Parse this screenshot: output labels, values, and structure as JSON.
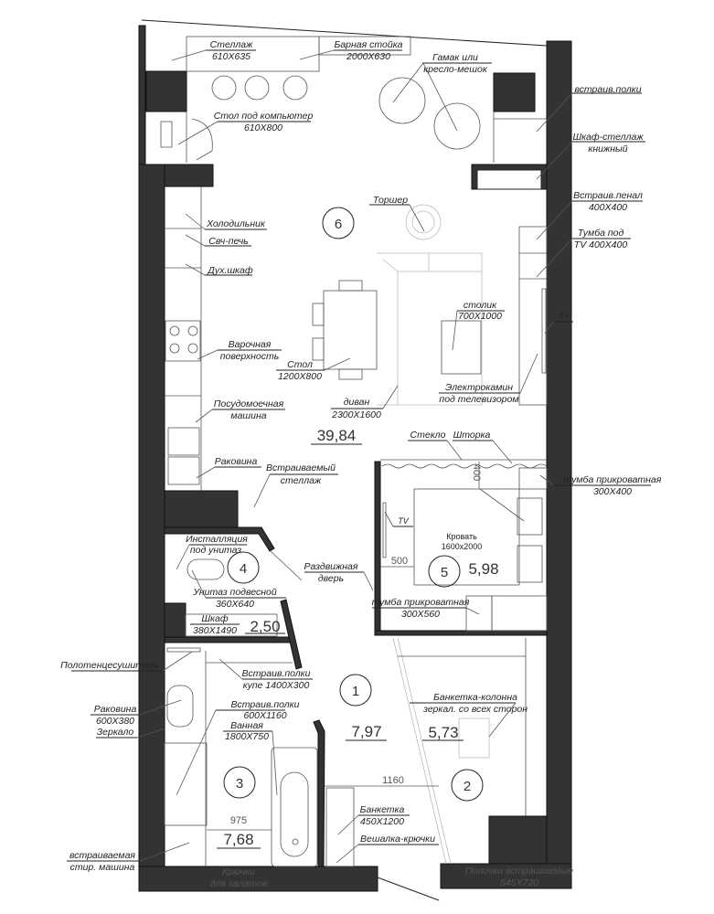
{
  "rooms": [
    {
      "number": "6",
      "area": "39,84"
    },
    {
      "number": "5",
      "area": "5,98"
    },
    {
      "number": "4",
      "area": "2,50"
    },
    {
      "number": "3",
      "area": "7,68"
    },
    {
      "number": "2",
      "area": "5,73"
    },
    {
      "number": "1",
      "area": "7,97"
    }
  ],
  "labels": {
    "shelving": [
      "Стеллаж",
      "610X635"
    ],
    "bar_counter": [
      "Барная стойка",
      "2000X630"
    ],
    "hammock": [
      "Гамак или",
      "кресло-мешок"
    ],
    "computer_desk": [
      "Стол под компьютер",
      "610X800"
    ],
    "builtin_shelves_top": [
      "встраив.полки"
    ],
    "bookcase": [
      "Шкаф-стеллаж",
      "книжный"
    ],
    "builtin_cabinet": [
      "Встраив.пенал",
      "400X400"
    ],
    "tv_stand": [
      "Тумба под",
      "TV 400X400"
    ],
    "floor_lamp": [
      "Торшер"
    ],
    "fridge": [
      "Холодильник"
    ],
    "microwave": [
      "Свч-печь"
    ],
    "oven": [
      "Дух.шкаф"
    ],
    "hob": [
      "Варочная",
      "поверхность"
    ],
    "table": [
      "Стол",
      "1200X800"
    ],
    "coffee_table": [
      "столик",
      "700X1000"
    ],
    "fireplace": [
      "Электрокамин",
      "под телевизором"
    ],
    "tv_living": [
      "TV"
    ],
    "sofa": [
      "диван",
      "2300X1600"
    ],
    "dishwasher": [
      "Посудомоечная",
      "машина"
    ],
    "kitchen_sink": [
      "Раковина"
    ],
    "builtin_rack": [
      "Встраиваемый",
      "стеллаж"
    ],
    "glass": [
      "Стекло"
    ],
    "curtain": [
      "Шторка"
    ],
    "nightstand_1": [
      "тумба прикроватная",
      "300X400"
    ],
    "dim_400": "400",
    "tv_bedroom": [
      "TV"
    ],
    "bed": [
      "Кровать",
      "1600x2000"
    ],
    "dim_500": "500",
    "toilet_install": [
      "Инсталляция",
      "под унитаз"
    ],
    "sliding_door": [
      "Раздвижная",
      "дверь"
    ],
    "toilet": [
      "Унитаз подвесной",
      "360X640"
    ],
    "nightstand_2": [
      "тумба прикроватная",
      "300X560"
    ],
    "wardrobe": [
      "Шкаф",
      "380X1490"
    ],
    "towel_dryer": [
      "Полотенцесушитель"
    ],
    "coupe_shelves": [
      "Встраив.полки",
      "купе 1400X300"
    ],
    "bath_sink": [
      "Раковина",
      "600X380",
      "Зеркало"
    ],
    "bath_shelves": [
      "Встраив.полки",
      "600X1160"
    ],
    "bathtub": [
      "Ванная",
      "1800X750"
    ],
    "column_bench": [
      "Банкетка-колонна",
      "зеркал. со всех сторон"
    ],
    "dim_1160": "1160",
    "dim_975": "975",
    "bench": [
      "Банкетка",
      "450X1200"
    ],
    "hanger": [
      "Вешалка-крючки"
    ],
    "washer": [
      "встраиваемая",
      "стир. машина"
    ],
    "robe_hooks": [
      "Крючки",
      "для халатов"
    ],
    "builtin_shelves_bottom": [
      "Полочки встраиваемые",
      "545X720"
    ]
  }
}
